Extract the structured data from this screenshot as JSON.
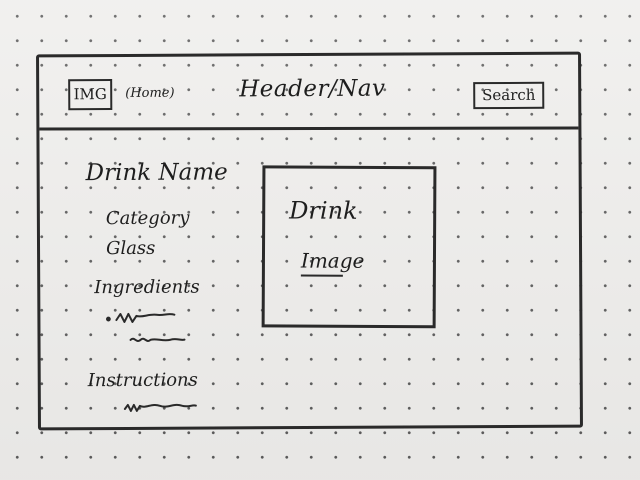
{
  "header": {
    "logo_label": "IMG",
    "home_label": "(Home)",
    "title": "Header/Nav",
    "search_label": "Search"
  },
  "details": {
    "drink_name": "Drink Name",
    "category": "Category",
    "glass": "Glass",
    "ingredients_heading": "Ingredients",
    "instructions_heading": "Instructions"
  },
  "image_placeholder": {
    "title": "Drink",
    "subtitle": "Image"
  }
}
